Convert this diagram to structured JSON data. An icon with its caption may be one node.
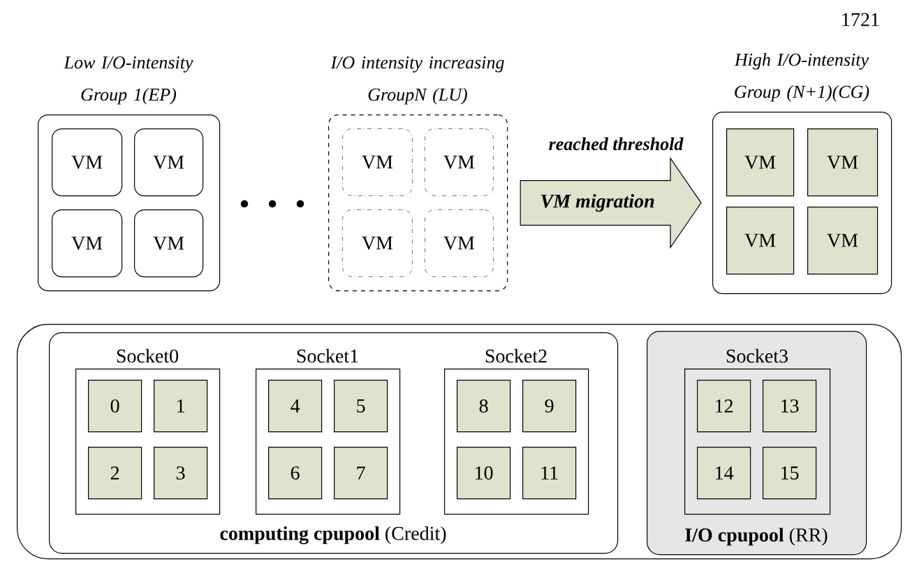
{
  "diagram": {
    "nodes": [
      {
        "text": [
          "Low I/O-intensity Group 1(EP)"
        ]
      },
      {
        "text": [
          "VM"
        ],
        "in": 0
      },
      {
        "text": [
          "VM"
        ],
        "in": 0
      },
      {
        "text": [
          "VM"
        ],
        "in": 0
      },
      {
        "text": [
          "VM"
        ],
        "in": 0
      },
      {
        "text": [
          "I/O intensity increasing GroupN (LU)"
        ]
      },
      {
        "text": [
          "VM"
        ],
        "in": 5
      },
      {
        "text": [
          "VM"
        ],
        "in": 5
      },
      {
        "text": [
          "VM"
        ],
        "in": 5
      },
      {
        "text": [
          "VM"
        ],
        "in": 5
      },
      {
        "text": [
          "High I/O-intensity Group (N+1)(CG)"
        ]
      },
      {
        "text": [
          "VM"
        ],
        "in": 10
      },
      {
        "text": [
          "VM"
        ],
        "in": 10
      },
      {
        "text": [
          "VM"
        ],
        "in": 10
      },
      {
        "text": [
          "VM"
        ],
        "in": 10
      },
      {
        "text": [],
        "shape": "box"
      },
      {
        "text": [
          "**computing cpupool** (Credit)"
        ],
        "in": 15
      },
      {
        "text": [
          "Socket0"
        ],
        "in": 16
      },
      {
        "text": [
          "0"
        ],
        "in": 17
      },
      {
        "text": [
          "1"
        ],
        "in": 17
      },
      {
        "text": [
          "2"
        ],
        "in": 17
      },
      {
        "text": [
          "3"
        ],
        "in": 17
      },
      {
        "text": [
          "Socket1"
        ],
        "in": 16
      },
      {
        "text": [
          "4"
        ],
        "in": 22
      },
      {
        "text": [
          "5"
        ],
        "in": 22
      },
      {
        "text": [
          "6"
        ],
        "in": 22
      },
      {
        "text": [
          "7"
        ],
        "in": 22
      },
      {
        "text": [
          "Socket2"
        ],
        "in": 16
      },
      {
        "text": [
          "8"
        ],
        "in": 27
      },
      {
        "text": [
          "9"
        ],
        "in": 27
      },
      {
        "text": [
          "10"
        ],
        "in": 27
      },
      {
        "text": [
          "11"
        ],
        "in": 27
      },
      {
        "text": [
          "**I/O cpupool** (RR)"
        ],
        "in": 15
      },
      {
        "text": [
          "Socket3"
        ],
        "in": 32
      },
      {
        "text": [
          "12"
        ],
        "in": 33
      },
      {
        "text": [
          "13"
        ],
        "in": 33
      },
      {
        "text": [
          "14"
        ],
        "in": 33
      },
      {
        "text": [
          "15"
        ],
        "in": 33
      }
    ],
    "edges": [
      {
        "from": 5,
        "to": 10,
        "arrow": "to",
        "label": "VM migration"
      }
    ],
    "labels": [
      "1721",
      "reached threshold"
    ]
  }
}
